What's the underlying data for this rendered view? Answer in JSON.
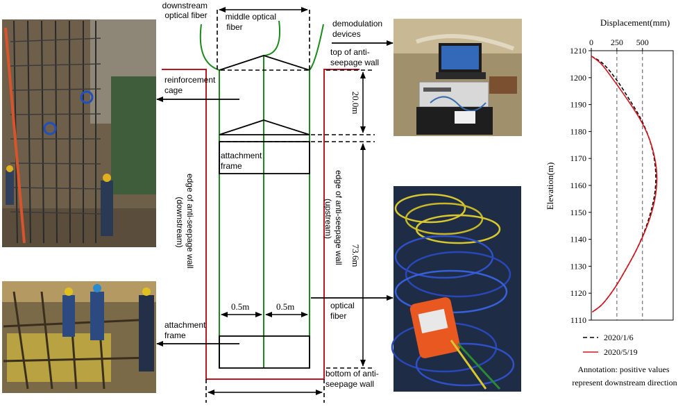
{
  "labels": {
    "downstream_fiber": [
      "downstream",
      "optical fiber"
    ],
    "middle_fiber": [
      "middle optical",
      "fiber"
    ],
    "demodulation": [
      "demodulation",
      "devices"
    ],
    "top_wall": [
      "top of anti-",
      "seepage wall"
    ],
    "reinforcement_cage": [
      "reinforcement",
      "cage"
    ],
    "attachment_frame_top": [
      "attachment",
      "frame"
    ],
    "attachment_frame_bottom": [
      "attachment",
      "frame"
    ],
    "edge_downstream": [
      "edge of anti-seepage wall",
      "(downstream)"
    ],
    "edge_upstream": [
      "edge of anti-seepage wall",
      "(upstream)"
    ],
    "dim_20": "20.0m",
    "dim_73": "73.6m",
    "dim_half_left": "0.5m",
    "dim_half_right": "0.5m",
    "optical_fiber": [
      "optical",
      "fiber"
    ],
    "bottom_wall": [
      "bottom of anti-",
      "seepage wall"
    ]
  },
  "colors": {
    "fiber": "#1a8a1a",
    "wall_edge": "#c0141e",
    "line": "#000000",
    "series_2020_5_19": "#d4141e",
    "series_2020_1_6": "#000000"
  },
  "photos": {
    "cage_photo": "reinforcement-cage-photo",
    "frame_photo": "attachment-frame-photo",
    "device_photo": "demodulation-devices-photo",
    "fiber_photo": "optical-fiber-photo"
  },
  "chart_data": {
    "type": "line",
    "xlabel": "Displacement(mm)",
    "ylabel": "Elevation(m)",
    "xlim": [
      0,
      800
    ],
    "ylim": [
      1110,
      1210
    ],
    "x_ticks": [
      0,
      250,
      500
    ],
    "y_ticks": [
      1210,
      1200,
      1190,
      1180,
      1170,
      1160,
      1150,
      1140,
      1130,
      1120,
      1110
    ],
    "grid": "dashed vertical at x-ticks",
    "x_axis_position": "top",
    "legend_position": "bottom",
    "series": [
      {
        "name": "2020/1/6",
        "style": "dashed",
        "color": "#000000",
        "x": [
          0,
          120,
          250,
          370,
          480,
          560,
          610,
          630,
          620,
          580,
          520,
          440,
          340,
          230,
          110,
          10
        ],
        "y": [
          1208,
          1205,
          1199,
          1192,
          1185,
          1178,
          1171,
          1164,
          1157,
          1150,
          1143,
          1136,
          1129,
          1122,
          1116,
          1113
        ]
      },
      {
        "name": "2020/5/19",
        "style": "solid",
        "color": "#d4141e",
        "x": [
          0,
          100,
          220,
          350,
          470,
          560,
          615,
          640,
          630,
          590,
          525,
          440,
          340,
          230,
          110,
          10
        ],
        "y": [
          1208,
          1205,
          1199,
          1192,
          1185,
          1178,
          1171,
          1164,
          1157,
          1150,
          1143,
          1136,
          1129,
          1122,
          1116,
          1113
        ]
      }
    ],
    "annotation": [
      "Annotation: positive values",
      "represent downstream direction"
    ]
  }
}
